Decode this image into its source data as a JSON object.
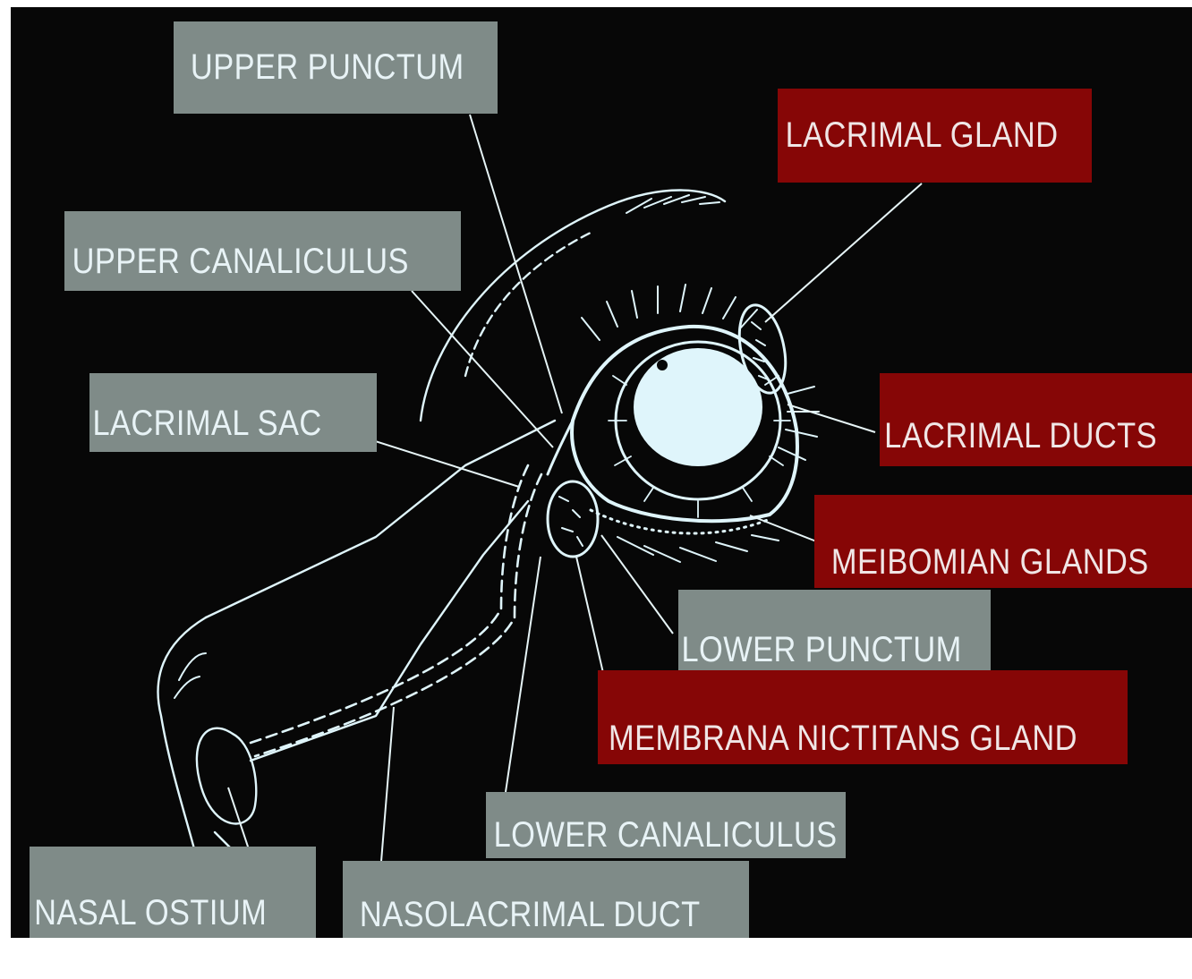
{
  "labels": {
    "upper_punctum": "UPPER PUNCTUM",
    "upper_canaliculus": "UPPER CANALICULUS",
    "lacrimal_sac": "LACRIMAL SAC",
    "lacrimal_gland": "LACRIMAL GLAND",
    "lacrimal_ducts": "LACRIMAL DUCTS",
    "meibomian_glands": "MEIBOMIAN GLANDS",
    "lower_punctum": "LOWER PUNCTUM",
    "membrana_nictitans_gland": "MEMBRANA NICTITANS GLAND",
    "lower_canaliculus": "LOWER CANALICULUS",
    "nasal_ostium": "NASAL OSTIUM",
    "nasolacrimal_duct": "NASOLACRIMAL DUCT"
  },
  "colors": {
    "background": "#070707",
    "gray_label": "#7f8b88",
    "red_label": "#860606",
    "line_art": "#dff5fb"
  }
}
